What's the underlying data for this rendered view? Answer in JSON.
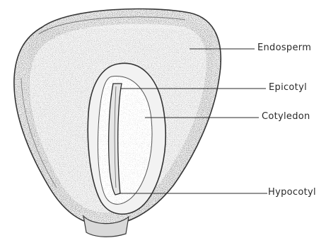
{
  "diagram": {
    "labels": {
      "endosperm": "Endosperm",
      "epicotyl": "Epicotyl",
      "cotyledon": "Cotyledon",
      "hypocotyl": "Hypocotyl"
    }
  }
}
